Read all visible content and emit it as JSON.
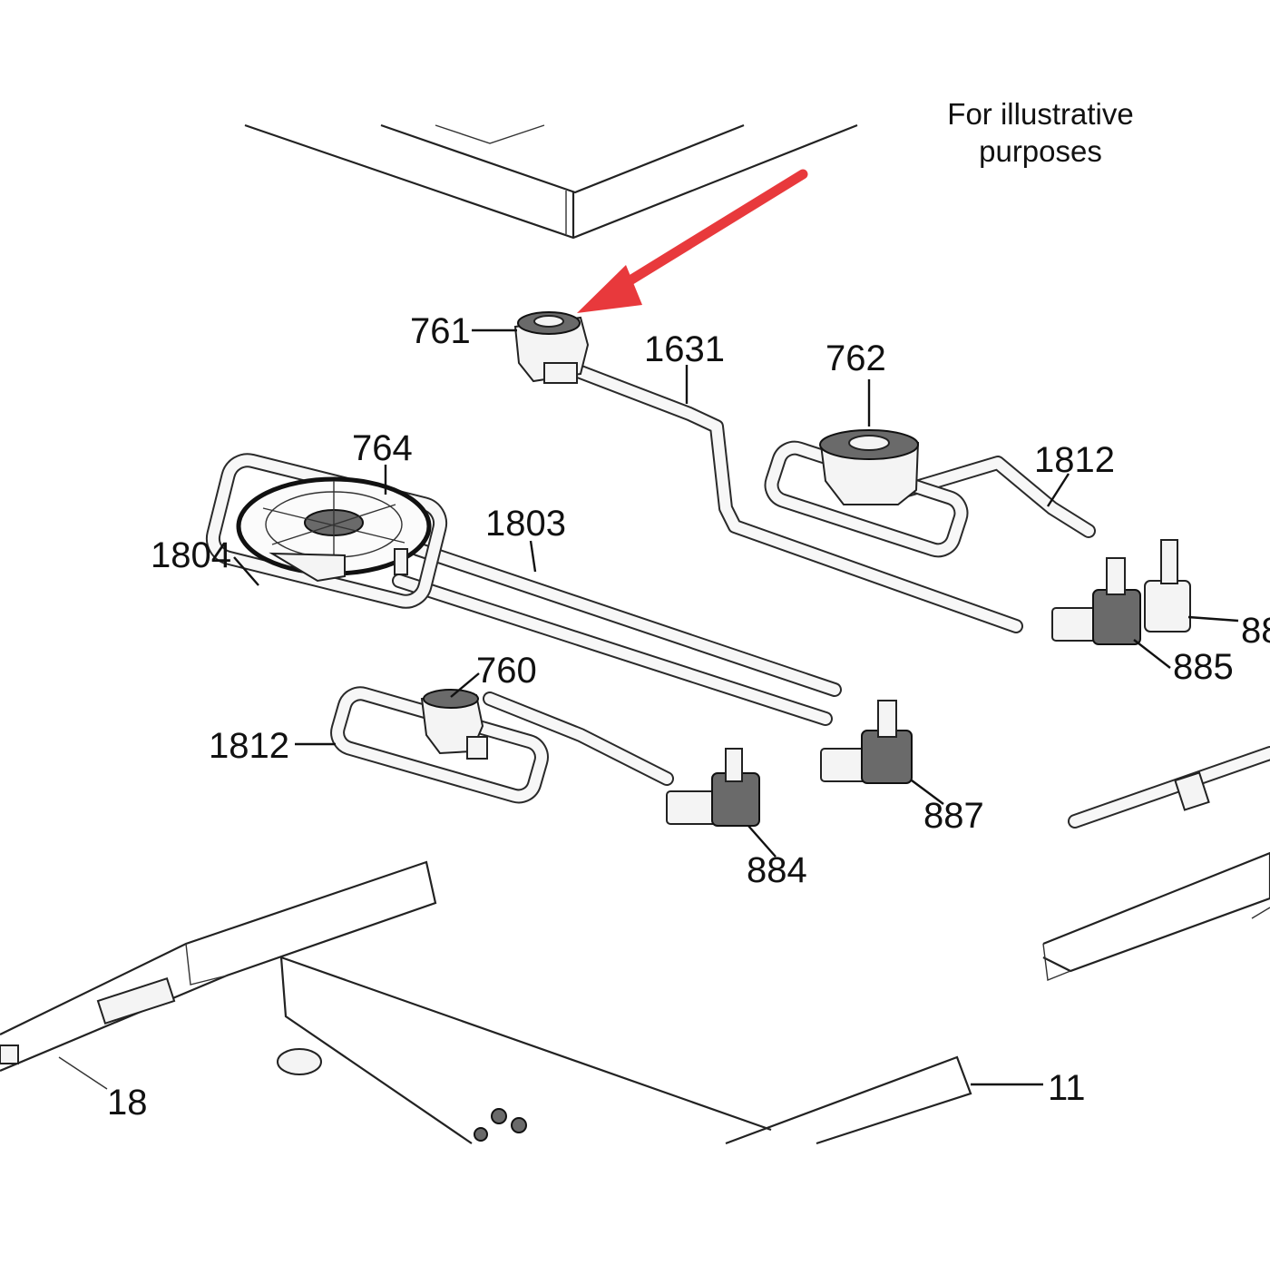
{
  "note": {
    "line1": "For illustrative",
    "line2": "purposes"
  },
  "labels": {
    "p761": "761",
    "p762": "762",
    "p764": "764",
    "p760": "760",
    "p1631": "1631",
    "p1812_top": "1812",
    "p1812_left": "1812",
    "p1803": "1803",
    "p1804": "1804",
    "p885": "885",
    "p886": "88",
    "p887": "887",
    "p884": "884",
    "p18": "18",
    "p11": "11"
  },
  "colors": {
    "arrow": "#e8393c",
    "line": "#222222",
    "background": "#ffffff"
  }
}
